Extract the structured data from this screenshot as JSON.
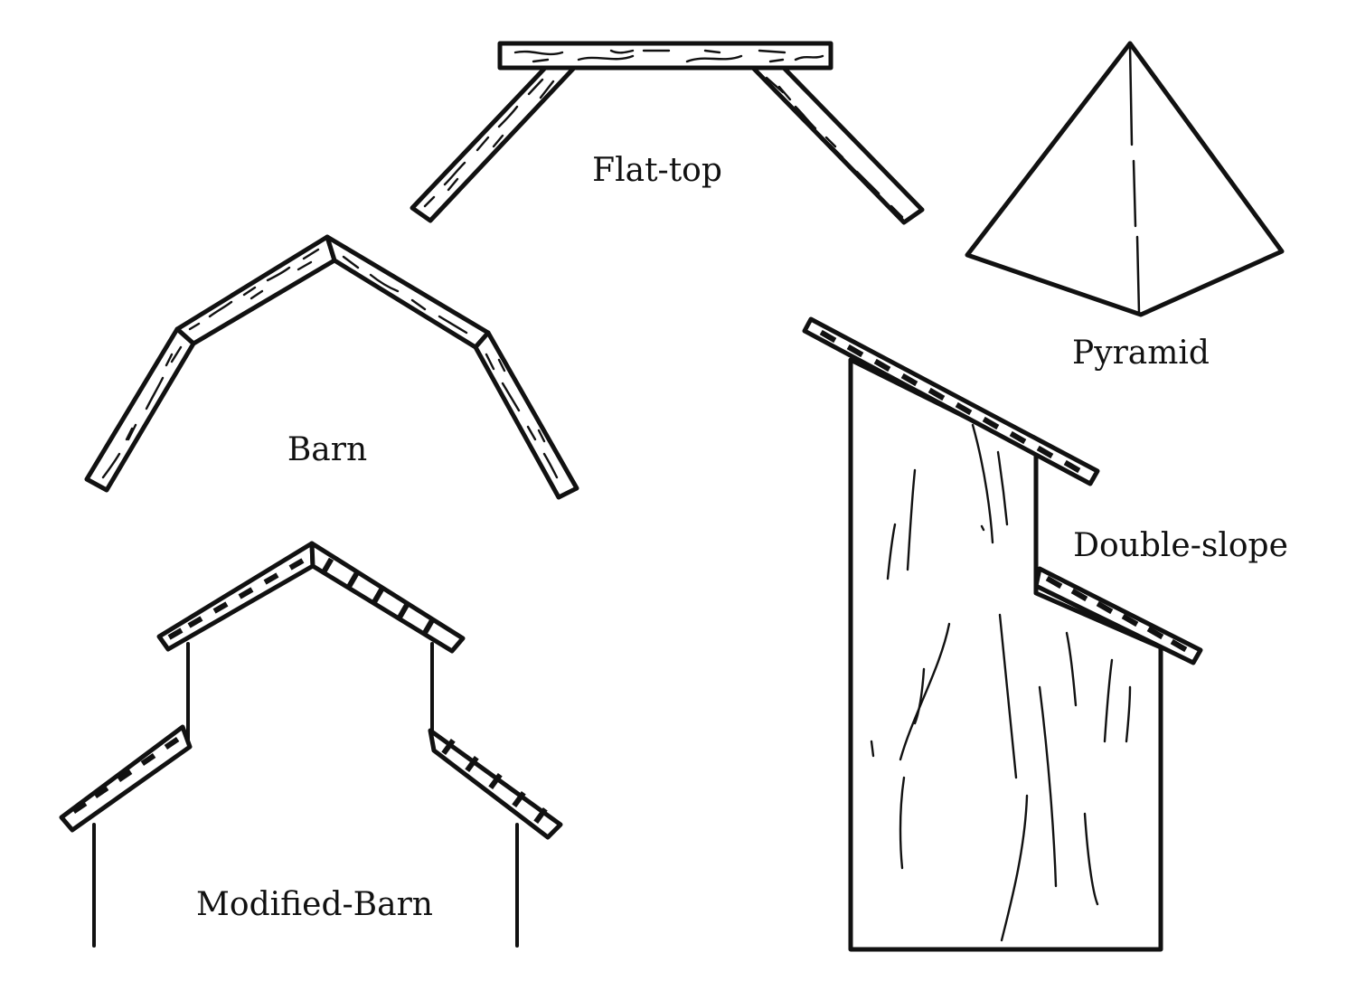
{
  "labels": {
    "flat_top": "Flat-top",
    "pyramid": "Pyramid",
    "barn": "Barn",
    "double_slope": "Double-slope",
    "modified_barn": "Modified-Barn"
  },
  "colors": {
    "ink": "#111111",
    "paper": "#ffffff"
  }
}
